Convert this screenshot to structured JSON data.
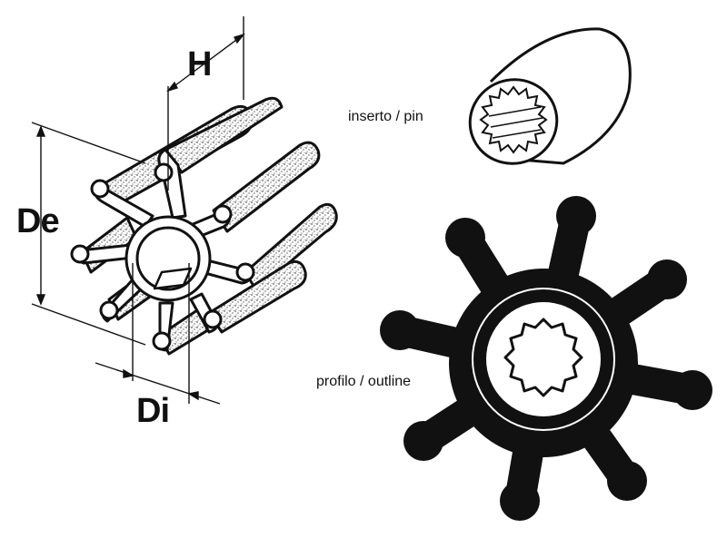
{
  "labels": {
    "height": "H",
    "outer_diameter": "De",
    "inner_diameter": "Di",
    "insert": "inserto / pin",
    "outline": "profilo / outline"
  },
  "colors": {
    "ink": "#111111",
    "paper": "#ffffff"
  },
  "icons": [
    "impeller-drawing",
    "insert-pin-drawing",
    "impeller-outline-silhouette"
  ]
}
